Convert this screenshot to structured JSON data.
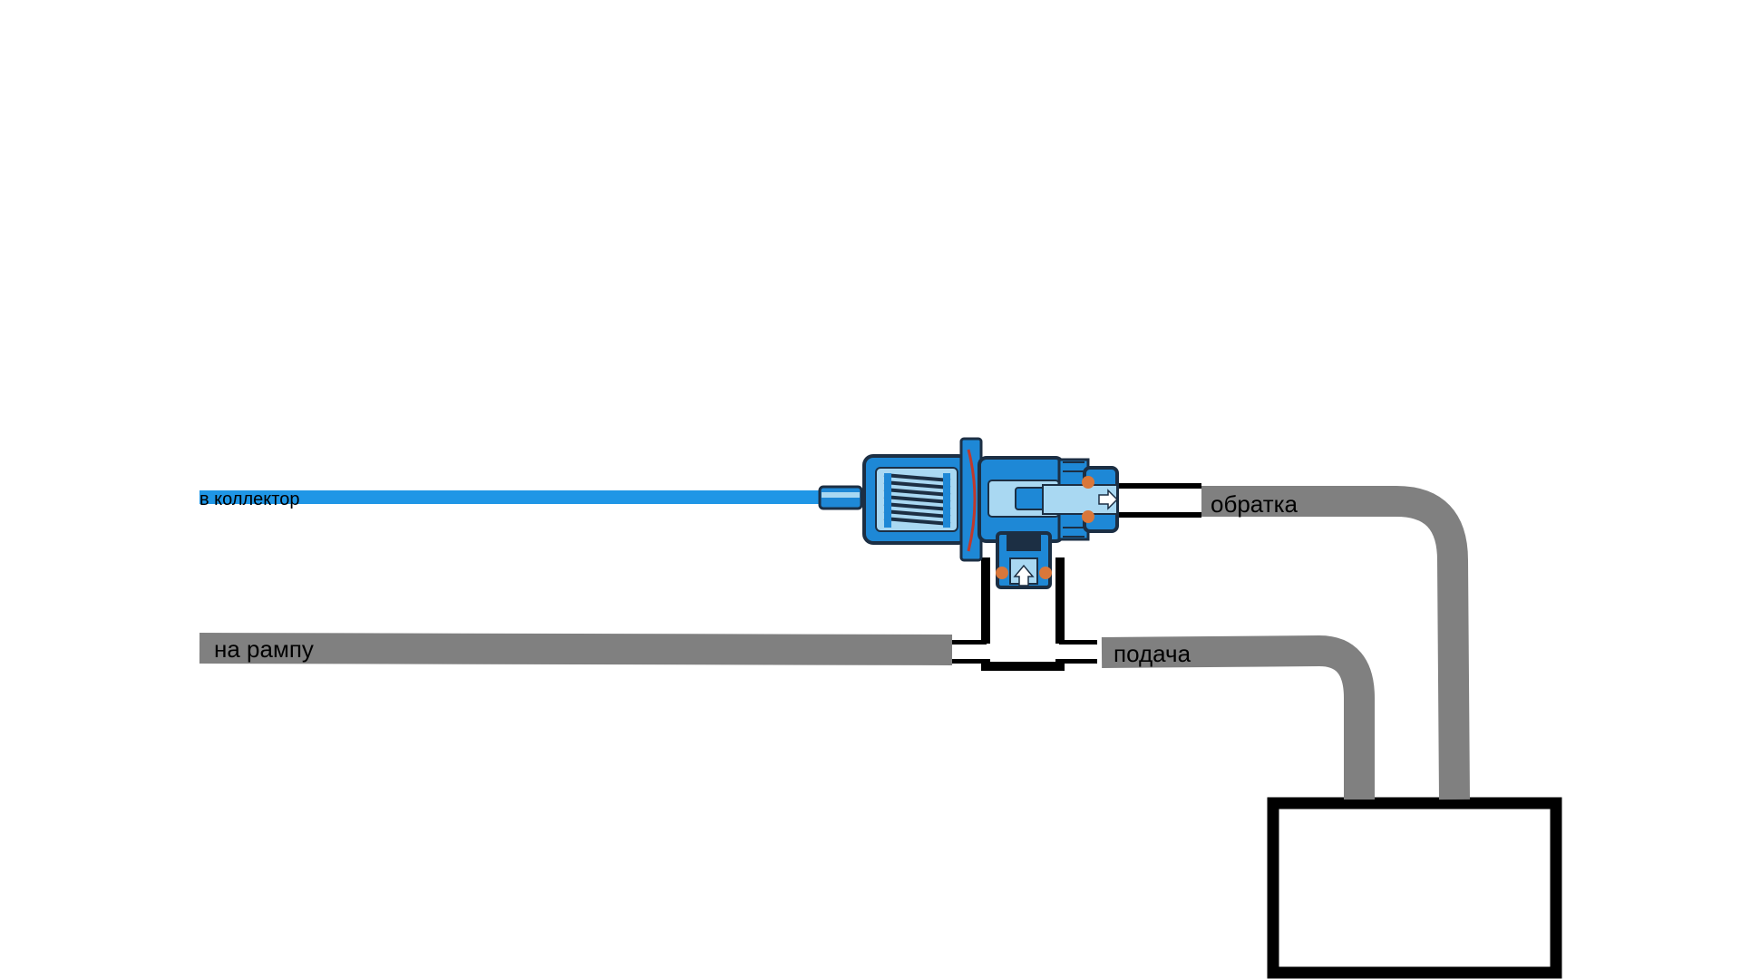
{
  "labels": {
    "collector": "в коллектор",
    "return": "обратка",
    "rail": "на рампу",
    "supply": "подача"
  },
  "colors": {
    "hose": "#808080",
    "vacuum_line": "#1f96e6",
    "regulator_body": "#1e88d6",
    "regulator_dark": "#1c2f44",
    "regulator_light": "#a9d8f2",
    "gasket": "#d9773a",
    "membrane": "#c0392b",
    "outline": "#000000"
  },
  "icons": {
    "flow_arrow_up": "arrow-up-icon",
    "flow_arrow_right": "arrow-right-icon"
  }
}
